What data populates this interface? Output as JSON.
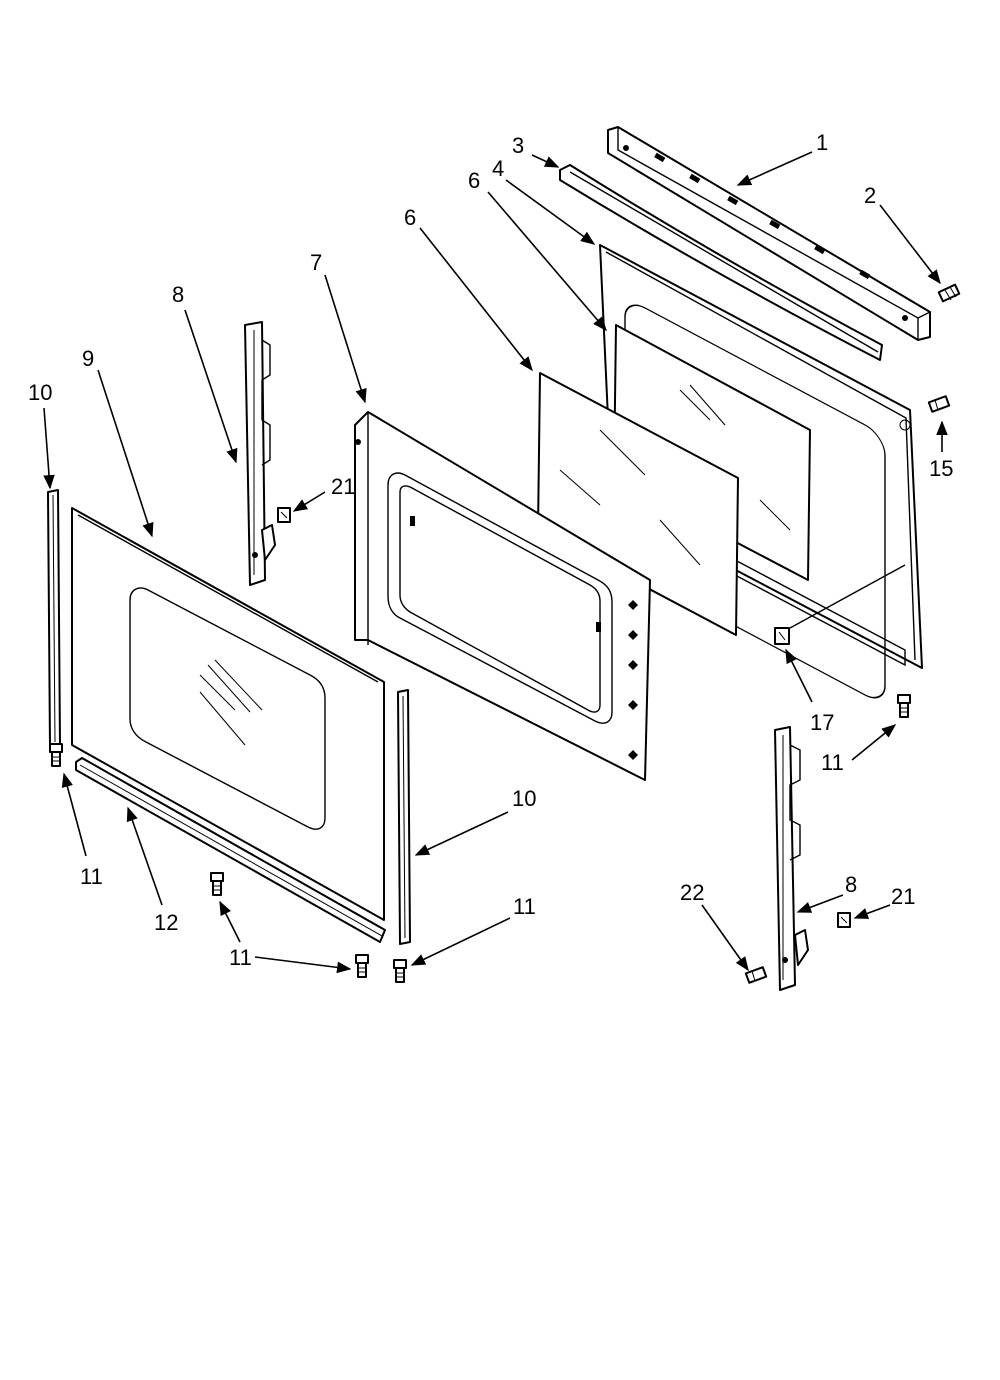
{
  "callouts": {
    "c1": "1",
    "c2": "2",
    "c3": "3",
    "c4": "4",
    "c6a": "6",
    "c6b": "6",
    "c7": "7",
    "c8a": "8",
    "c8b": "8",
    "c9": "9",
    "c10a": "10",
    "c10b": "10",
    "c11a": "11",
    "c11b": "11",
    "c11c": "11",
    "c11d": "11",
    "c12": "12",
    "c15": "15",
    "c17": "17",
    "c21a": "21",
    "c21b": "21",
    "c22": "22"
  },
  "colors": {
    "line": "#000000",
    "background": "#ffffff"
  }
}
